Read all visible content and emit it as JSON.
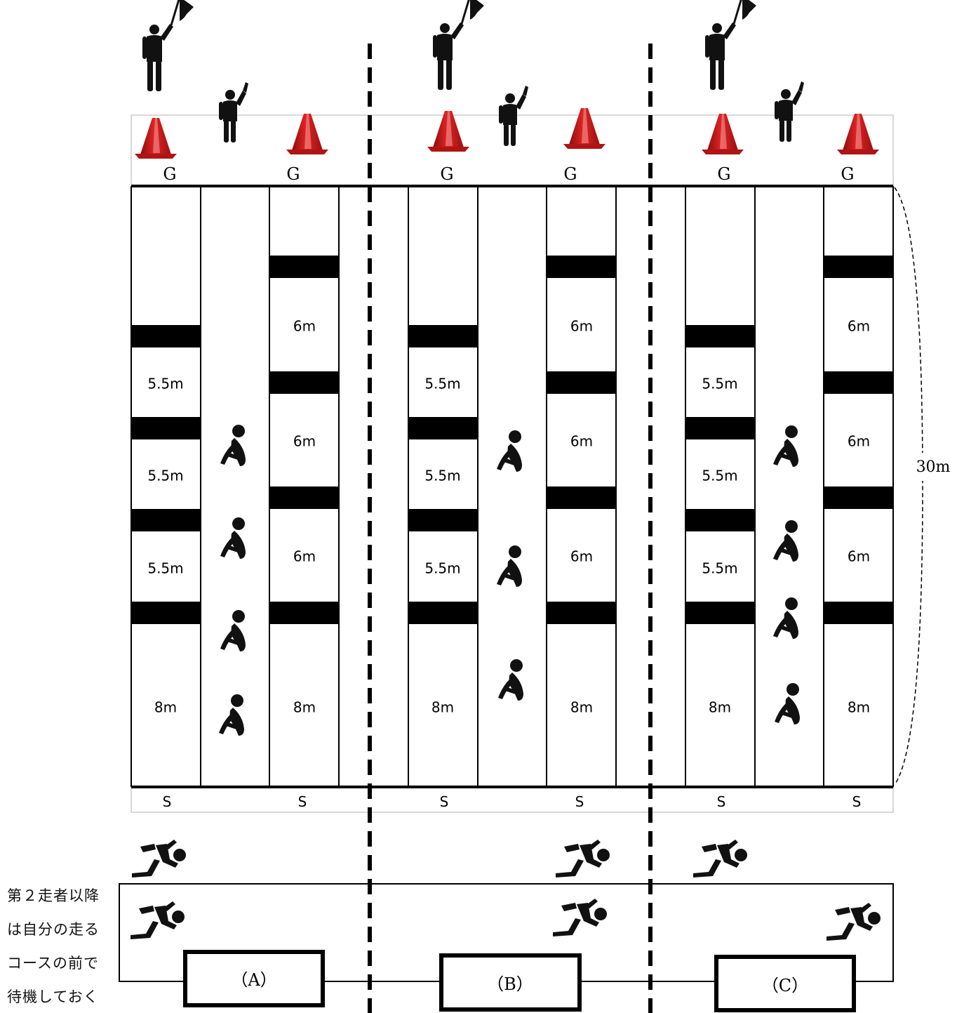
{
  "goal_marker": "G",
  "start_marker": "S",
  "total_distance": "30m",
  "courses": [
    {
      "id": "A",
      "box_label": "（A）",
      "lane_left": {
        "segments": [
          "5.5m",
          "5.5m",
          "5.5m",
          "8m"
        ]
      },
      "lane_right": {
        "segments": [
          "6m",
          "6m",
          "6m",
          "8m"
        ]
      }
    },
    {
      "id": "B",
      "box_label": "（B）",
      "lane_left": {
        "segments": [
          "5.5m",
          "5.5m",
          "5.5m",
          "8m"
        ]
      },
      "lane_right": {
        "segments": [
          "6m",
          "6m",
          "6m",
          "8m"
        ]
      }
    },
    {
      "id": "C",
      "box_label": "（C）",
      "lane_left": {
        "segments": [
          "5.5m",
          "5.5m",
          "5.5m",
          "8m"
        ]
      },
      "lane_right": {
        "segments": [
          "6m",
          "6m",
          "6m",
          "8m"
        ]
      }
    }
  ],
  "waiting_note": [
    "第２走者以降",
    "は自分の走る",
    "コースの前で",
    "待機しておく"
  ],
  "icons": {
    "flag_official": "flag-official-icon",
    "goal_judge": "goal-judge-icon",
    "cone": "cone-icon",
    "seated_child": "seated-child-icon",
    "runner": "runner-icon"
  },
  "colors": {
    "cone": "#d21a1a",
    "line": "#000000",
    "frame": "#cccccc"
  }
}
